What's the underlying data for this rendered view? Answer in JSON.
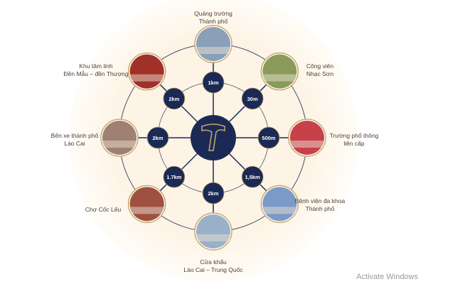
{
  "colors": {
    "navy": "#1b2a55",
    "gold": "#c8a96a",
    "ring": "#4a5070",
    "bg": "#fdf4e6"
  },
  "center_logo": {
    "icon": "project-logo-icon"
  },
  "places": [
    {
      "name": "Quảng trường",
      "name2": "Thành phố",
      "distance": "1km",
      "photo": "#8aa0b8"
    },
    {
      "name": "Công viên",
      "name2": "Nhạc Sơn",
      "distance": "30m",
      "photo": "#8a9a5a"
    },
    {
      "name": "Trường phổ thông",
      "name2": "liên cấp",
      "distance": "500m",
      "photo": "#c8404a"
    },
    {
      "name": "Bệnh viện đa khoa",
      "name2": "Thành phố",
      "distance": "1,5km",
      "photo": "#7a9ac8"
    },
    {
      "name": "Cửa khẩu",
      "name2": "Lào Cai – Trung Quốc",
      "distance": "2km",
      "photo": "#9ab0c8"
    },
    {
      "name": "Chợ Cốc Lếu",
      "name2": "",
      "distance": "1.7km",
      "photo": "#a05040"
    },
    {
      "name": "Bến xe thành phố",
      "name2": "Lào Cai",
      "distance": "2km",
      "photo": "#a08070"
    },
    {
      "name": "Khu tâm linh",
      "name2": "Đền Mẫu – đền Thượng",
      "distance": "2km",
      "photo": "#a03028"
    }
  ],
  "watermark": "Activate Windows"
}
